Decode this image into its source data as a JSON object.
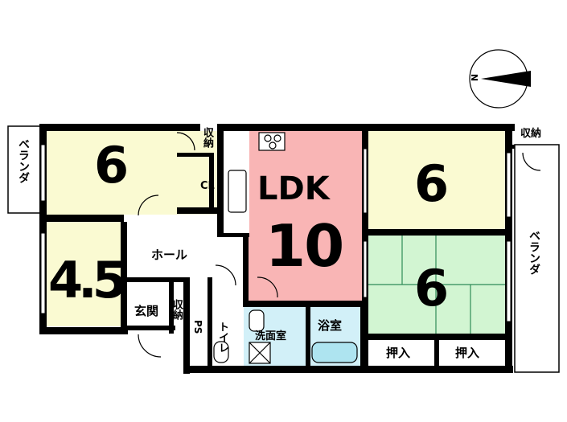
{
  "compass": {
    "north": "N"
  },
  "rooms": {
    "west_room": {
      "size": "6"
    },
    "small_room": {
      "size": "4.5"
    },
    "ldk": {
      "name": "LDK",
      "size": "10"
    },
    "east_room": {
      "size": "6"
    },
    "tatami_room": {
      "size": "6"
    }
  },
  "labels": {
    "veranda_left": "ベランダ",
    "veranda_right": "ベランダ",
    "storage_top": "収納",
    "storage_top_right": "収納",
    "storage_entry": "収納",
    "closet": "CL",
    "hall": "ホール",
    "entrance": "玄関",
    "ps": "PS",
    "toilet": "トイレ",
    "washroom": "洗面室",
    "bathroom": "浴室",
    "oshiire_1": "押入",
    "oshiire_2": "押入"
  },
  "colors": {
    "wall": "#000000",
    "western_room": "#fafad2",
    "ldk": "#f9b5b5",
    "tatami": "#d2f5d2",
    "wet_area": "#d2f0f8",
    "tatami_line": "#2e8b57"
  }
}
